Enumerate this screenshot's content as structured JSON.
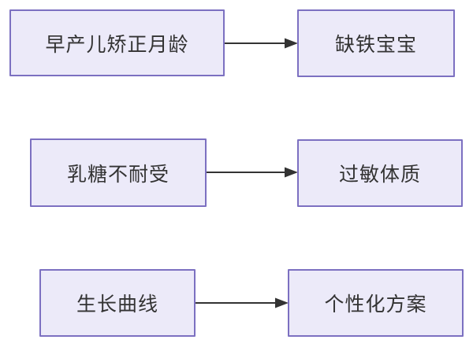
{
  "diagram": {
    "type": "flowchart",
    "background_color": "#FFFFFF",
    "node_fill_color": "#ECEAF9",
    "node_border_color": "#7C70C1",
    "text_color": "#333333",
    "arrow_color": "#333333",
    "nodes": [
      {
        "id": "premature-corrected-age",
        "label": "早产儿矫正月龄",
        "row": 1,
        "col": "left"
      },
      {
        "id": "iron-deficient-baby",
        "label": "缺铁宝宝",
        "row": 1,
        "col": "right"
      },
      {
        "id": "lactose-intolerance",
        "label": "乳糖不耐受",
        "row": 2,
        "col": "left"
      },
      {
        "id": "allergic-constitution",
        "label": "过敏体质",
        "row": 2,
        "col": "right"
      },
      {
        "id": "growth-curve",
        "label": "生长曲线",
        "row": 3,
        "col": "left"
      },
      {
        "id": "personalized-plan",
        "label": "个性化方案",
        "row": 3,
        "col": "right"
      }
    ],
    "edges": [
      {
        "from": "早产儿矫正月龄",
        "to": "缺铁宝宝",
        "direction": "right"
      },
      {
        "from": "乳糖不耐受",
        "to": "过敏体质",
        "direction": "right"
      },
      {
        "from": "生长曲线",
        "to": "个性化方案",
        "direction": "right"
      }
    ]
  }
}
